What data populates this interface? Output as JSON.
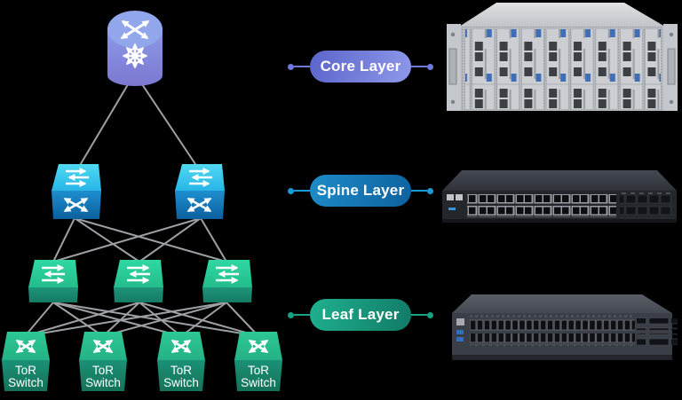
{
  "canvas": {
    "background": "#000000"
  },
  "layers": [
    {
      "label": "Core Layer",
      "pill_gradient_from": "#5b65ca",
      "pill_gradient_to": "#8e98ea",
      "connector_color": "#6f79dc"
    },
    {
      "label": "Spine Layer",
      "pill_gradient_from": "#1e8cc8",
      "pill_gradient_to": "#0d619e",
      "connector_color": "#1a9ad7"
    },
    {
      "label": "Leaf Layer",
      "pill_gradient_from": "#1fb18f",
      "pill_gradient_to": "#117a66",
      "connector_color": "#17a283"
    }
  ],
  "topology": {
    "core_router_icon": "router-cylinder-icon",
    "spine_switch_icon": "multilayer-switch-icon",
    "leaf_switch_icon": "workgroup-switch-icon",
    "tor_switch_icon": "diagonal-arrows-switch-icon",
    "link_color": "#9ea1a3",
    "spine_count": 2,
    "leaf_count": 3,
    "tor_switches": [
      {
        "line1": "ToR",
        "line2": "Switch"
      },
      {
        "line1": "ToR",
        "line2": "Switch"
      },
      {
        "line1": "ToR",
        "line2": "Switch"
      },
      {
        "line1": "ToR",
        "line2": "Switch"
      }
    ]
  },
  "hardware": {
    "core_chassis_icon": "modular-chassis-switch-photo",
    "spine_switch_photo_icon": "qsfp-1u-switch-photo",
    "leaf_switch_photo_icon": "rj45-48port-1u-switch-photo"
  }
}
